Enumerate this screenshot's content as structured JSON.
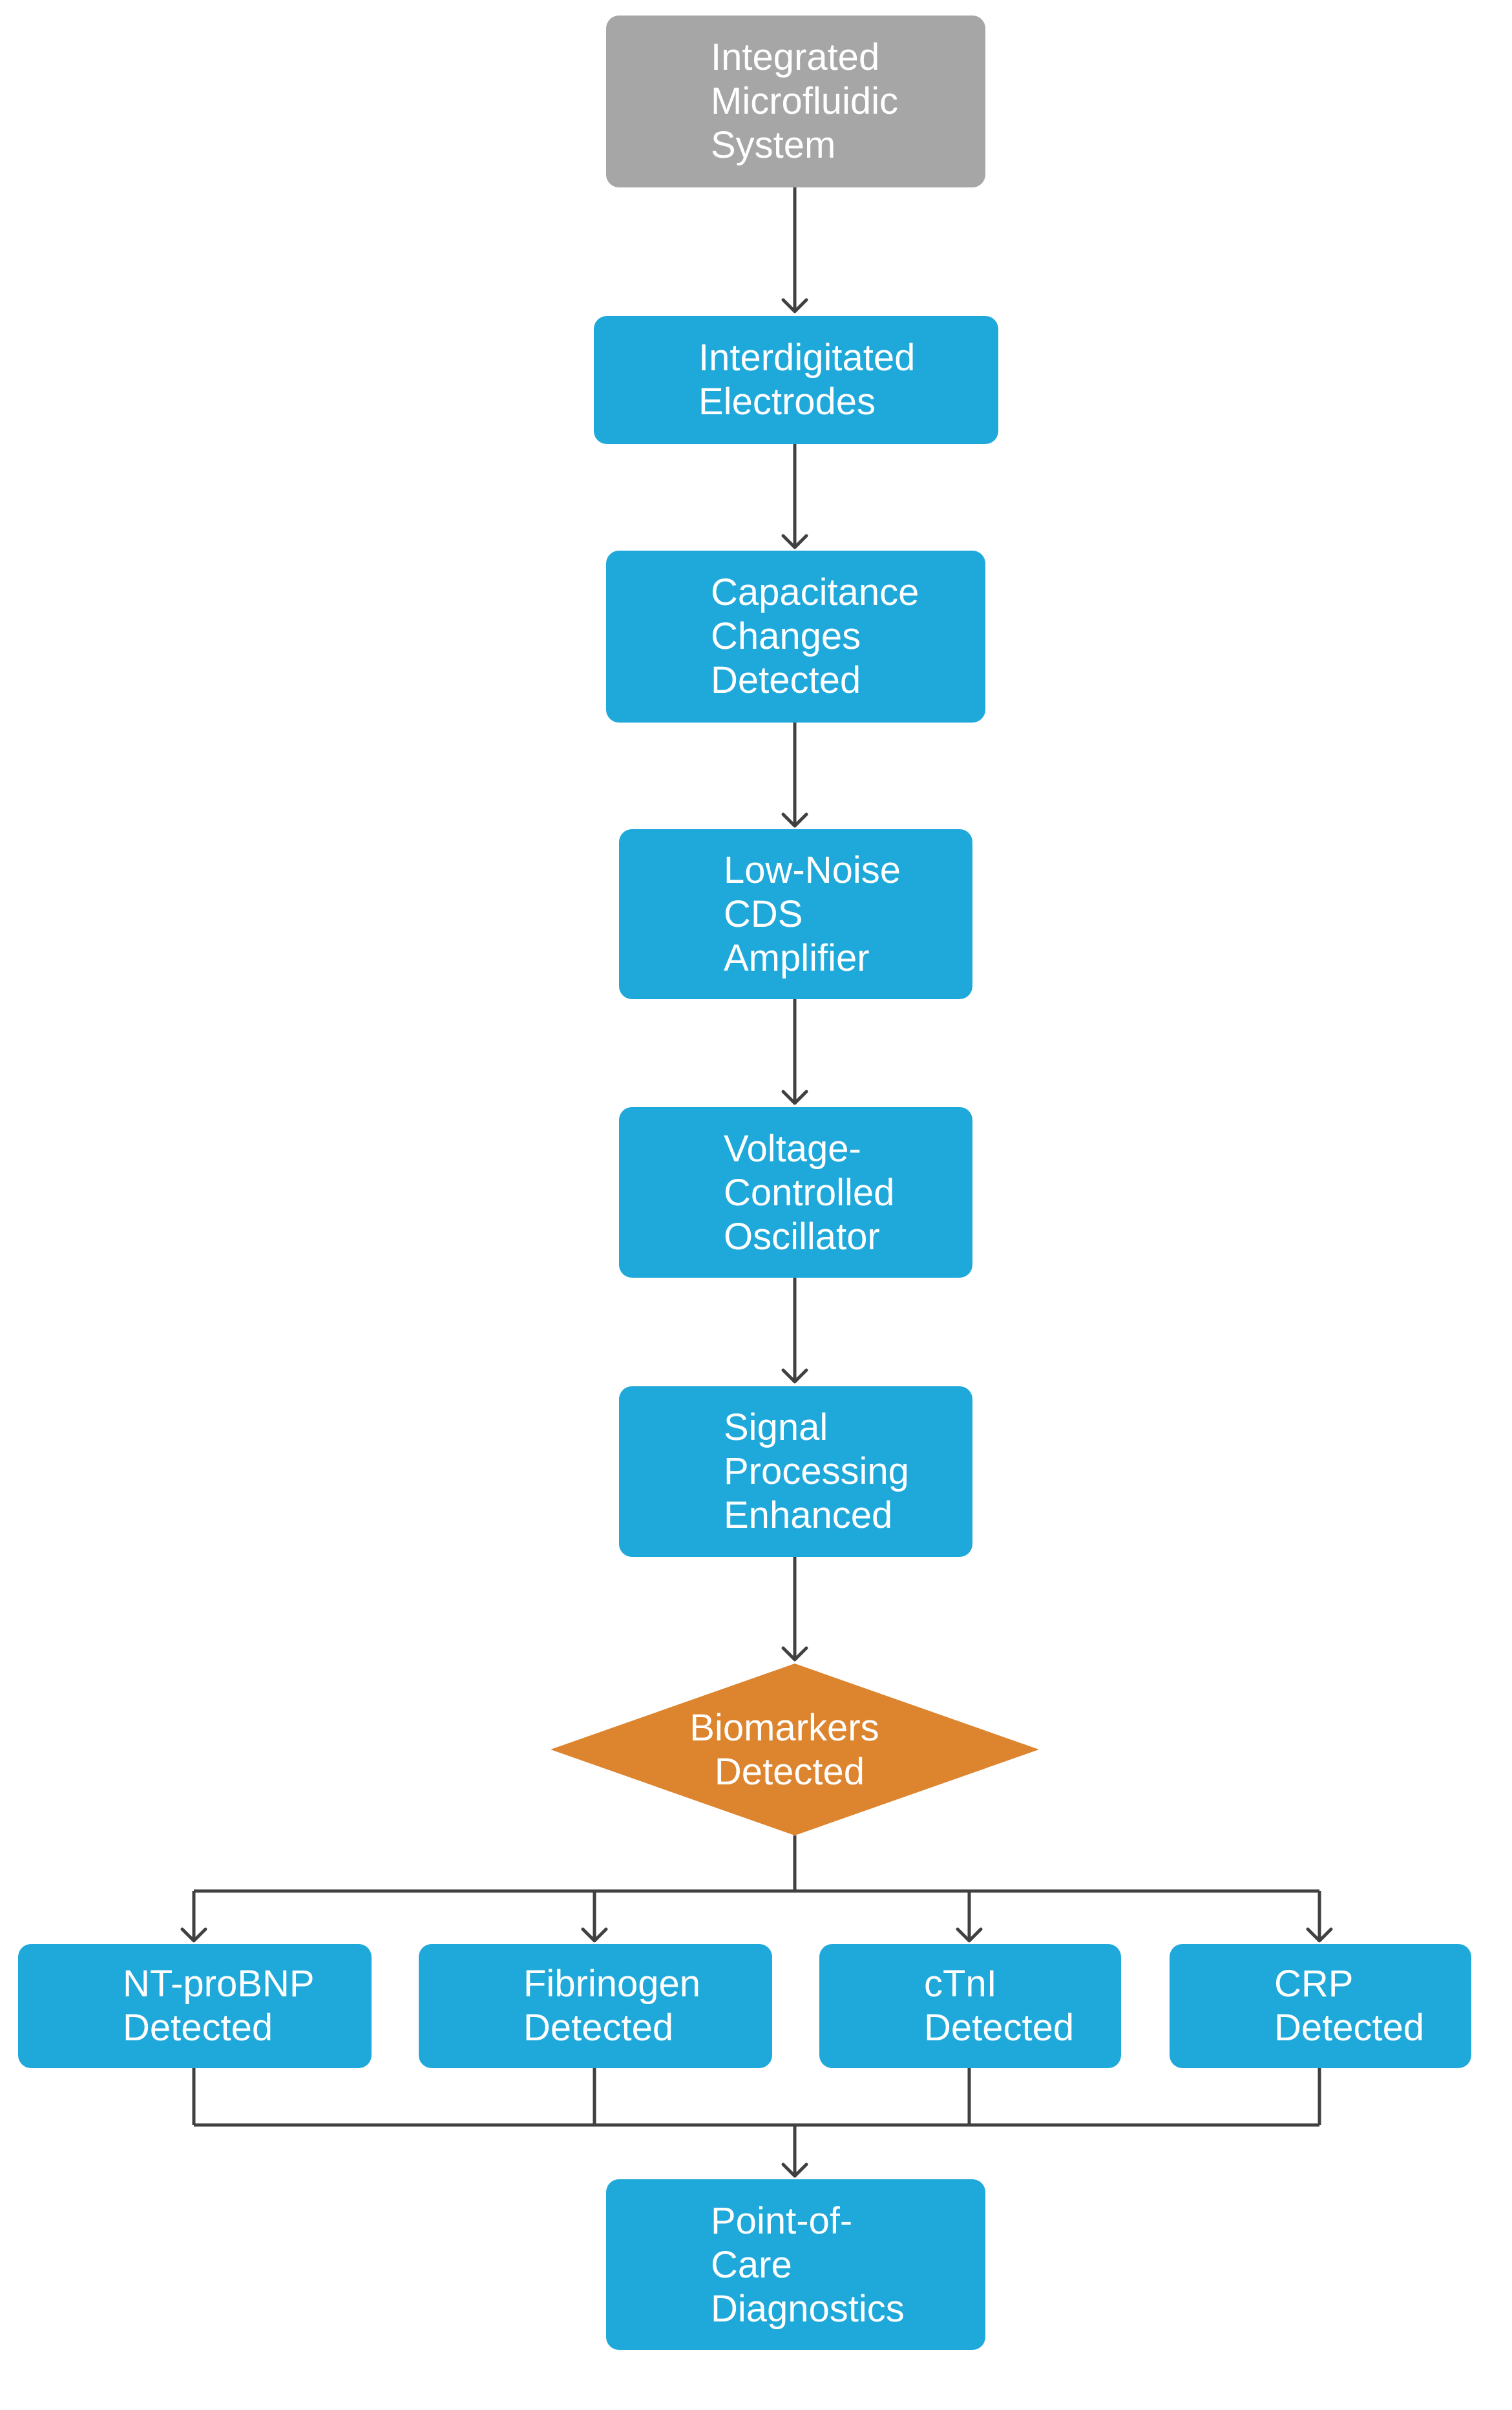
{
  "colors": {
    "process": "#1fa8da",
    "start": "#a6a6a6",
    "decision": "#dd842f",
    "line": "#404040",
    "text": "#ffffff"
  },
  "nodes": {
    "integrated_microfluidic_system": [
      "Integrated",
      "Microfluidic",
      "System"
    ],
    "interdigitated_electrodes": [
      "Interdigitated",
      "Electrodes"
    ],
    "capacitance_changes_detected": [
      "Capacitance",
      "Changes",
      "Detected"
    ],
    "low_noise_cds_amplifier": [
      "Low-Noise",
      "CDS",
      "Amplifier"
    ],
    "voltage_controlled_oscillator": [
      "Voltage-",
      "Controlled",
      "Oscillator"
    ],
    "signal_processing_enhanced": [
      "Signal",
      "Processing",
      "Enhanced"
    ],
    "biomarkers_detected": [
      "Biomarkers",
      "Detected"
    ],
    "nt_probnp_detected": [
      "NT-proBNP",
      "Detected"
    ],
    "fibrinogen_detected": [
      "Fibrinogen",
      "Detected"
    ],
    "ctni_detected": [
      "cTnI",
      "Detected"
    ],
    "crp_detected": [
      "CRP",
      "Detected"
    ],
    "point_of_care_diagnostics": [
      "Point-of-",
      "Care",
      "Diagnostics"
    ]
  }
}
